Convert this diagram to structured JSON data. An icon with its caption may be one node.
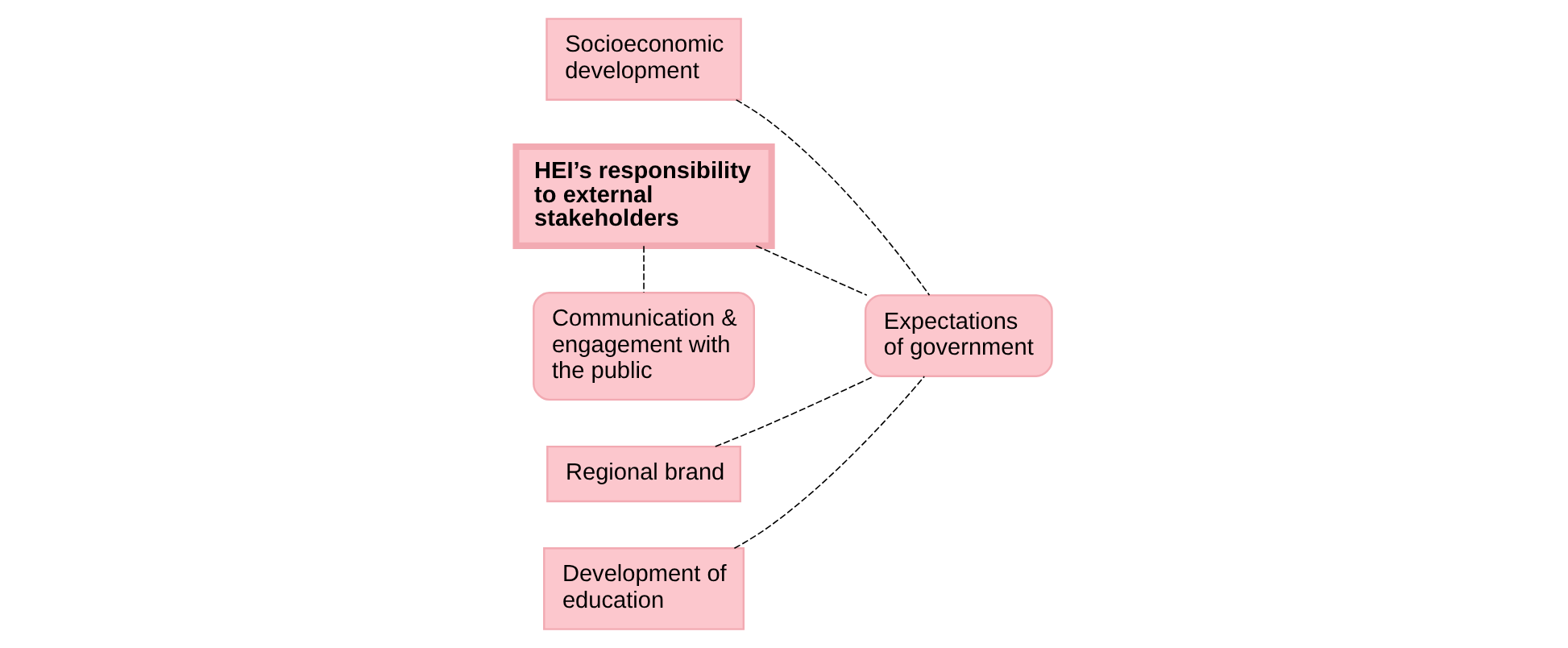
{
  "diagram": {
    "nodes": [
      {
        "text": [
          "Socioeconomic development"
        ]
      },
      {
        "text": [
          "HEI’s responsibility to external stakeholders"
        ]
      },
      {
        "text": [
          "Regional brand"
        ]
      },
      {
        "text": [
          "Development of education"
        ]
      },
      {
        "text": [
          "Expectations of government"
        ]
      },
      {
        "text": [
          "Communication & engagement with the public"
        ]
      }
    ],
    "edges": [
      {
        "from": 0,
        "to": 4,
        "arrow": "none",
        "style": "dashed"
      },
      {
        "from": 2,
        "to": 4,
        "arrow": "none",
        "style": "dashed"
      },
      {
        "from": 3,
        "to": 4,
        "arrow": "none",
        "style": "dashed"
      },
      {
        "from": 1,
        "to": 4,
        "arrow": "none",
        "style": "dashed"
      },
      {
        "from": 1,
        "to": 5,
        "arrow": "none",
        "style": "dashed"
      }
    ]
  }
}
